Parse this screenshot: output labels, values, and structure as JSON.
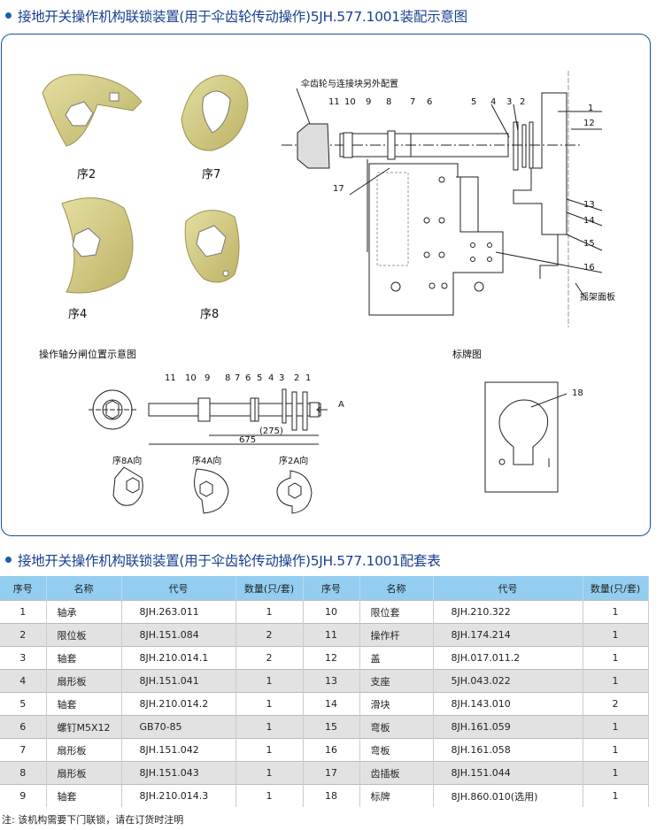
{
  "section1_title": "接地开关操作机构联锁装置(用于伞齿轮传动操作)5JH.577.1001装配示意图",
  "section2_title": "接地开关操作机构联锁装置(用于伞齿轮传动操作)5JH.577.1001配套表",
  "parts_photos": [
    {
      "label": "序2"
    },
    {
      "label": "序7"
    },
    {
      "label": "序4"
    },
    {
      "label": "序8"
    }
  ],
  "assembly": {
    "bevel_note": "伞齿轮与连接块另外配置",
    "callouts_top": [
      "11",
      "10",
      "9",
      "8",
      "7",
      "6",
      "5",
      "4",
      "3",
      "2"
    ],
    "callouts_right": [
      "1",
      "12",
      "13",
      "14",
      "15",
      "16"
    ],
    "callout_17": "17",
    "frame_panel": "摇架面板"
  },
  "shaft": {
    "title": "操作轴分闸位置示意图",
    "callouts": [
      "11",
      "10",
      "9",
      "8",
      "7",
      "6",
      "5",
      "4",
      "3",
      "2",
      "1"
    ],
    "dim_inner": "(275)",
    "dim_total": "675",
    "arrow_label": "A",
    "views": [
      "序8A向",
      "序4A向",
      "序2A向"
    ]
  },
  "plate": {
    "title": "标牌图",
    "callout": "18"
  },
  "table": {
    "headers": [
      "序号",
      "名称",
      "代号",
      "数量(只/套)",
      "序号",
      "名称",
      "代号",
      "数量(只/套)"
    ],
    "rows": [
      [
        "1",
        "轴承",
        "8JH.263.011",
        "1",
        "10",
        "限位套",
        "8JH.210.322",
        "1"
      ],
      [
        "2",
        "限位板",
        "8JH.151.084",
        "2",
        "11",
        "操作杆",
        "8JH.174.214",
        "1"
      ],
      [
        "3",
        "轴套",
        "8JH.210.014.1",
        "2",
        "12",
        "盖",
        "8JH.017.011.2",
        "1"
      ],
      [
        "4",
        "扇形板",
        "8JH.151.041",
        "1",
        "13",
        "支座",
        "5JH.043.022",
        "1"
      ],
      [
        "5",
        "轴套",
        "8JH.210.014.2",
        "1",
        "14",
        "滑块",
        "8JH.143.010",
        "2"
      ],
      [
        "6",
        "螺钉M5X12",
        "GB70-85",
        "1",
        "15",
        "弯板",
        "8JH.161.059",
        "1"
      ],
      [
        "7",
        "扇形板",
        "8JH.151.042",
        "1",
        "16",
        "弯板",
        "8JH.161.058",
        "1"
      ],
      [
        "8",
        "扇形板",
        "8JH.151.043",
        "1",
        "17",
        "齿插板",
        "8JH.151.044",
        "1"
      ],
      [
        "9",
        "轴套",
        "8JH.210.014.3",
        "1",
        "18",
        "标牌",
        "8JH.860.010(选用)",
        "1"
      ]
    ]
  },
  "note": "注: 该机构需要下门联锁，请在订货时注明",
  "colors": {
    "title": "#1a3f8f",
    "header_bg": "#93cef0",
    "panel_border": "#1d4f99",
    "part_metal": "#d6cf8a"
  }
}
